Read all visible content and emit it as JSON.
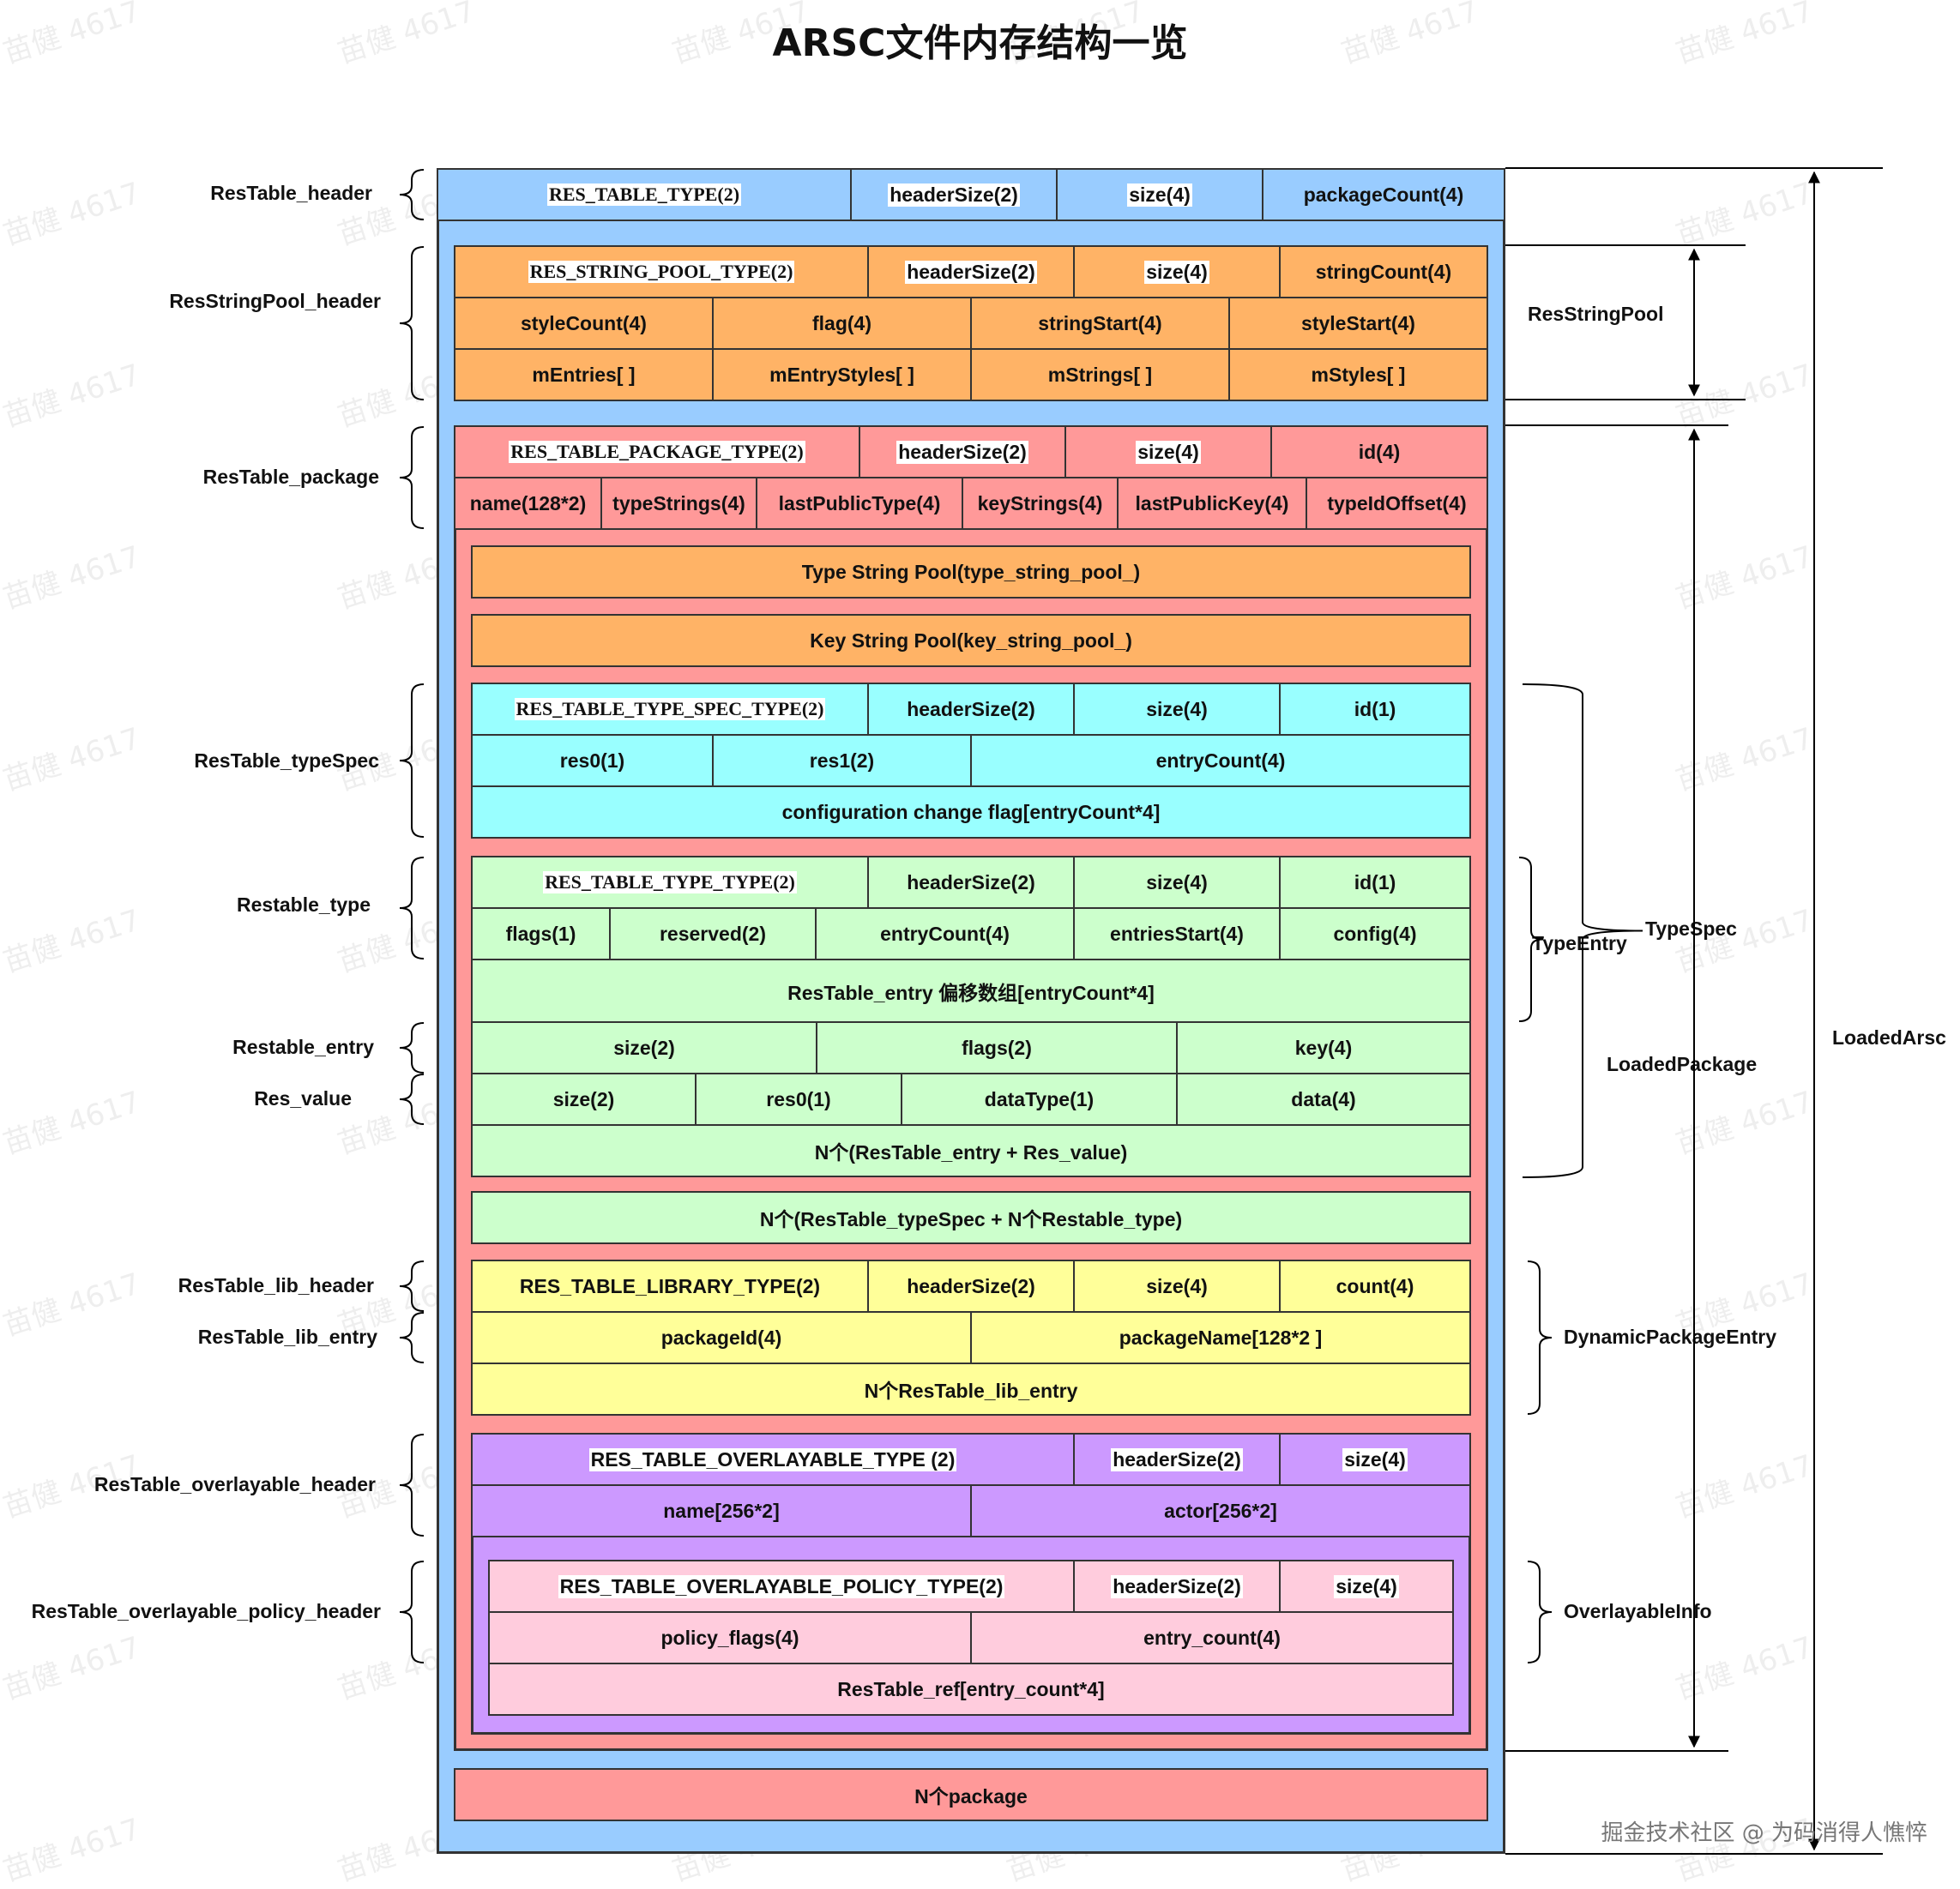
{
  "title": "ARSC文件内存结构一览",
  "watermark": "苗健 4617",
  "footer": "掘金技术社区 @ 为码消得人憔悴",
  "colors": {
    "outer_blue": "#99ccff",
    "string_pool_orange": "#ffb366",
    "package_red": "#ff9999",
    "typespec_cyan": "#99ffff",
    "type_green": "#ccffcc",
    "lib_yellow": "#ffff99",
    "overlay_purple": "#cc99ff",
    "policy_pink": "#ffccdd"
  },
  "restable_header": [
    "RES_TABLE_TYPE(2)",
    "headerSize(2)",
    "size(4)",
    "packageCount(4)"
  ],
  "string_pool": {
    "row1": [
      "RES_STRING_POOL_TYPE(2)",
      "headerSize(2)",
      "size(4)",
      "stringCount(4)"
    ],
    "row2": [
      "styleCount(4)",
      "flag(4)",
      "stringStart(4)",
      "styleStart(4)"
    ],
    "row3": [
      "mEntries[ ]",
      "mEntryStyles[ ]",
      "mStrings[ ]",
      "mStyles[ ]"
    ]
  },
  "package": {
    "row1": [
      "RES_TABLE_PACKAGE_TYPE(2)",
      "headerSize(2)",
      "size(4)",
      "id(4)"
    ],
    "row2": [
      "name(128*2)",
      "typeStrings(4)",
      "lastPublicType(4)",
      "keyStrings(4)",
      "lastPublicKey(4)",
      "typeIdOffset(4)"
    ],
    "type_string_pool": "Type String Pool(type_string_pool_)",
    "key_string_pool": "Key String Pool(key_string_pool_)"
  },
  "type_spec": {
    "row1": [
      "RES_TABLE_TYPE_SPEC_TYPE(2)",
      "headerSize(2)",
      "size(4)",
      "id(1)"
    ],
    "row2": [
      "res0(1)",
      "res1(2)",
      "entryCount(4)"
    ],
    "row3": "configuration change flag[entryCount*4]"
  },
  "type": {
    "row1": [
      "RES_TABLE_TYPE_TYPE(2)",
      "headerSize(2)",
      "size(4)",
      "id(1)"
    ],
    "row2": [
      "flags(1)",
      "reserved(2)",
      "entryCount(4)",
      "entriesStart(4)",
      "config(4)"
    ],
    "row3": "ResTable_entry 偏移数组[entryCount*4]",
    "entry_row": [
      "size(2)",
      "flags(2)",
      "key(4)"
    ],
    "value_row": [
      "size(2)",
      "res0(1)",
      "dataType(1)",
      "data(4)"
    ],
    "repeat": "N个(ResTable_entry + Res_value)"
  },
  "typespec_repeat": "N个(ResTable_typeSpec + N个Restable_type)",
  "library": {
    "row1": [
      "RES_TABLE_LIBRARY_TYPE(2)",
      "headerSize(2)",
      "size(4)",
      "count(4)"
    ],
    "row2": [
      "packageId(4)",
      "packageName[128*2 ]"
    ],
    "repeat": "N个ResTable_lib_entry"
  },
  "overlayable": {
    "row1": [
      "RES_TABLE_OVERLAYABLE_TYPE (2)",
      "headerSize(2)",
      "size(4)"
    ],
    "row2": [
      "name[256*2]",
      "actor[256*2]"
    ]
  },
  "policy": {
    "row1": [
      "RES_TABLE_OVERLAYABLE_POLICY_TYPE(2)",
      "headerSize(2)",
      "size(4)"
    ],
    "row2": [
      "policy_flags(4)",
      "entry_count(4)"
    ],
    "row3": "ResTable_ref[entry_count*4]"
  },
  "n_package": "N个package",
  "left_labels": {
    "restable_header": "ResTable_header",
    "stringpool_header": "ResStringPool_header",
    "package": "ResTable_package",
    "typespec": "ResTable_typeSpec",
    "type": "Restable_type",
    "entry": "Restable_entry",
    "value": "Res_value",
    "lib_header": "ResTable_lib_header",
    "lib_entry": "ResTable_lib_entry",
    "overlayable_header": "ResTable_overlayable_header",
    "policy_header": "ResTable_overlayable_policy_header"
  },
  "right_labels": {
    "stringpool": "ResStringPool",
    "typespec": "TypeSpec",
    "typeentry": "TypeEntry",
    "loadedpackage": "LoadedPackage",
    "loadedarsc": "LoadedArsc",
    "dynamic": "DynamicPackageEntry",
    "overlayable": "OverlayableInfo"
  }
}
